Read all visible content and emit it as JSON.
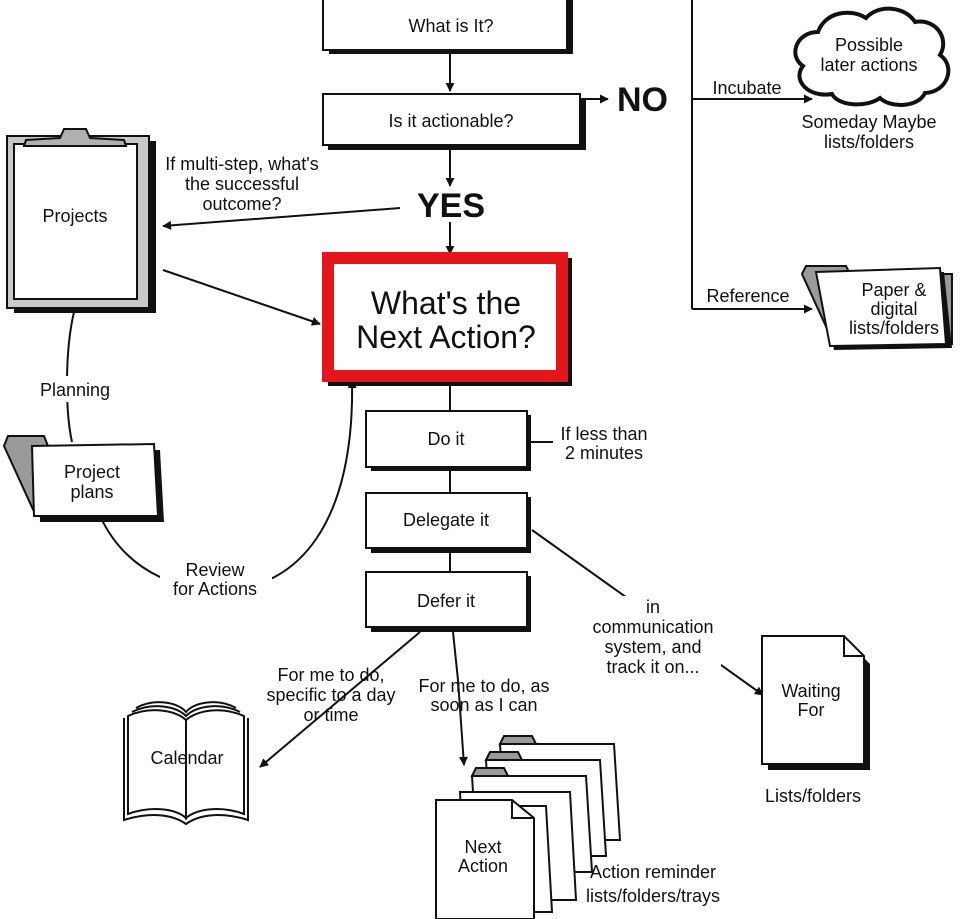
{
  "boxes": {
    "what_is_it": "What is It?",
    "is_actionable": "Is it  actionable?",
    "next_action": [
      "What's the",
      "Next Action?"
    ],
    "do_it": "Do it",
    "delegate_it": "Delegate it",
    "defer_it": "Defer it"
  },
  "answers": {
    "no": "NO",
    "yes": "YES"
  },
  "labels": {
    "incubate": "Incubate",
    "reference": "Reference",
    "multi_step": [
      "If multi-step, what's",
      "the successful",
      "outcome?"
    ],
    "planning": "Planning",
    "review": [
      "Review",
      "for Actions"
    ],
    "less_than": [
      "If less than",
      "2 minutes"
    ],
    "delegate_note": [
      "in",
      "communication",
      "system, and",
      "track it on..."
    ],
    "defer_day": [
      "For me to do,",
      "specific to a day",
      "or time"
    ],
    "defer_asap": [
      "For me to do, as",
      "soon as I can"
    ]
  },
  "items": {
    "cloud": [
      "Possible",
      "later actions"
    ],
    "someday": [
      "Someday Maybe",
      "lists/folders"
    ],
    "paper": [
      "Paper &",
      "digital",
      "lists/folders"
    ],
    "projects": "Projects",
    "project_plans": [
      "Project",
      "plans"
    ],
    "calendar": "Calendar",
    "waiting": [
      "Waiting",
      "For"
    ],
    "waiting_caption": "Lists/folders",
    "next_action_folder": [
      "Next",
      "Action"
    ],
    "reminder_caption": [
      "Action reminder",
      "lists/folders/trays"
    ]
  },
  "colors": {
    "highlight": "#e3171b",
    "ink": "#111111",
    "folder_tab": "#9a9a9a",
    "clip": "#c8c8c8"
  }
}
